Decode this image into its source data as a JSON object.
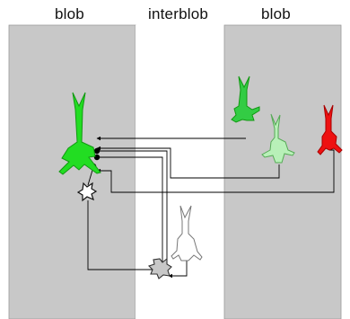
{
  "regions": [
    {
      "label": "blob"
    },
    {
      "label": "interblob"
    },
    {
      "label": "blob"
    }
  ],
  "colors": {
    "blob_fill": "#c8c8c8",
    "interblob_fill": "#ffffff",
    "border": "#9a9a9a",
    "green_bright": "#22dd22",
    "green_mid": "#33cc44",
    "green_light": "#b8f0b8",
    "red": "#ee1111",
    "gray_interneuron": "#c8c8c8",
    "white_neuron": "#ffffff",
    "connection": "#000000"
  },
  "neurons": [
    {
      "id": "large-green-pyramidal",
      "type": "pyramidal",
      "color": "green_bright"
    },
    {
      "id": "small-green-pyramidal",
      "type": "pyramidal",
      "color": "green_mid"
    },
    {
      "id": "light-green-pyramidal",
      "type": "pyramidal",
      "color": "green_light"
    },
    {
      "id": "red-pyramidal",
      "type": "pyramidal",
      "color": "red"
    },
    {
      "id": "white-pyramidal",
      "type": "pyramidal",
      "color": "white_neuron"
    },
    {
      "id": "blob-interneuron",
      "type": "interneuron",
      "color": "white_neuron"
    },
    {
      "id": "interblob-interneuron",
      "type": "interneuron",
      "color": "gray_interneuron"
    }
  ],
  "connections": [
    {
      "from": "small-green-pyramidal",
      "to": "large-green-pyramidal",
      "terminal": "arrow"
    },
    {
      "from": "light-green-pyramidal",
      "to": "large-green-pyramidal",
      "terminal": "arrow"
    },
    {
      "from": "red-pyramidal",
      "to": "large-green-pyramidal",
      "terminal": "arrow"
    },
    {
      "from": "interblob-interneuron",
      "to": "large-green-pyramidal",
      "terminal": "dot"
    },
    {
      "from": "interblob-interneuron",
      "to": "large-green-pyramidal",
      "terminal": "dot"
    },
    {
      "from": "blob-interneuron",
      "to": "large-green-pyramidal",
      "terminal": "dot"
    },
    {
      "from": "blob-interneuron",
      "to": "interblob-interneuron",
      "terminal": "arrow"
    },
    {
      "from": "white-pyramidal",
      "to": "interblob-interneuron",
      "terminal": "arrow"
    }
  ]
}
